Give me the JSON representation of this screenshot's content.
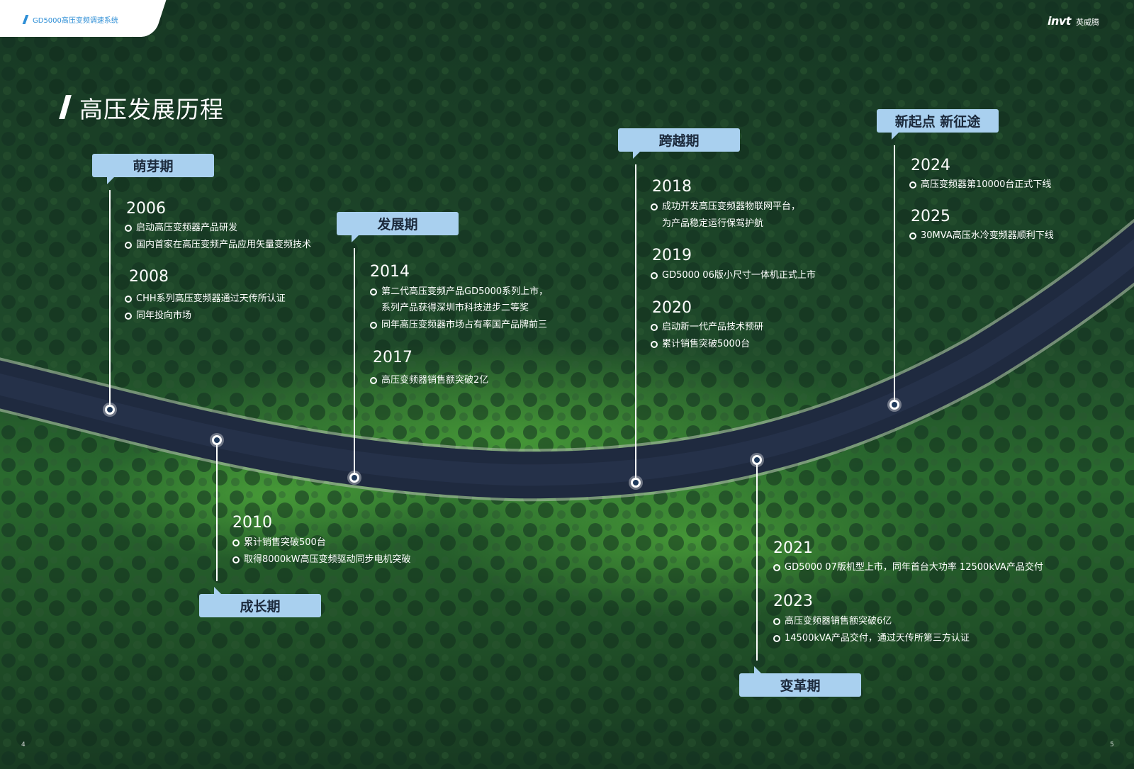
{
  "header": {
    "product": "GD5000高压变频调速系统"
  },
  "logo": {
    "mark": "invt",
    "name": "英威腾"
  },
  "title": "高压发展历程",
  "stages": {
    "sprout": "萌芽期",
    "growth": "成长期",
    "develop": "发展期",
    "leap": "跨越期",
    "reform": "变革期",
    "new": "新起点 新征途"
  },
  "milestones": {
    "y2006": {
      "year": "2006",
      "items": [
        "启动高压变频器产品研发",
        "国内首家在高压变频产品应用矢量变频技术"
      ]
    },
    "y2008": {
      "year": "2008",
      "items": [
        "CHH系列高压变频器通过天传所认证",
        "同年投向市场"
      ]
    },
    "y2010": {
      "year": "2010",
      "items": [
        "累计销售突破500台",
        "取得8000kW高压变频驱动同步电机突破"
      ]
    },
    "y2014": {
      "year": "2014",
      "items": [
        "第二代高压变频产品GD5000系列上市，",
        "系列产品获得深圳市科技进步二等奖",
        "同年高压变频器市场占有率国产品牌前三"
      ]
    },
    "y2017": {
      "year": "2017",
      "items": [
        "高压变频器销售额突破2亿"
      ]
    },
    "y2018": {
      "year": "2018",
      "items": [
        "成功开发高压变频器物联网平台，",
        "为产品稳定运行保驾护航"
      ]
    },
    "y2019": {
      "year": "2019",
      "items": [
        "GD5000 06版小尺寸一体机正式上市"
      ]
    },
    "y2020": {
      "year": "2020",
      "items": [
        "启动新一代产品技术预研",
        "累计销售突破5000台"
      ]
    },
    "y2021": {
      "year": "2021",
      "items": [
        "GD5000 07版机型上市，同年首台大功率 12500kVA产品交付"
      ]
    },
    "y2023": {
      "year": "2023",
      "items": [
        "高压变频器销售额突破6亿",
        "14500kVA产品交付，通过天传所第三方认证"
      ]
    },
    "y2024": {
      "year": "2024",
      "items": [
        "高压变频器第10000台正式下线"
      ]
    },
    "y2025": {
      "year": "2025",
      "items": [
        "30MVA高压水冷变频器顺利下线"
      ]
    }
  },
  "pages": {
    "left": "4",
    "right": "5"
  }
}
